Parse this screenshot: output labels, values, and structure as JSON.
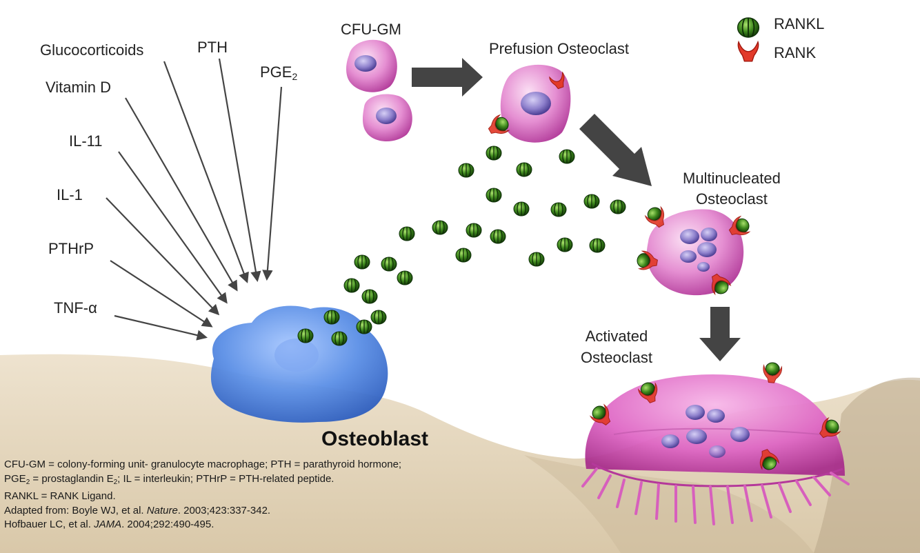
{
  "factors": {
    "glucocorticoids": "Glucocorticoids",
    "pth": "PTH",
    "pge_base": "PGE",
    "pge_sub": "2",
    "vitamin_d": "Vitamin D",
    "il11": "IL-11",
    "il1": "IL-1",
    "pthrp": "PTHrP",
    "tnf": "TNF-α"
  },
  "cells": {
    "cfu_gm": "CFU-GM",
    "prefusion": "Prefusion Osteoclast",
    "multinucleated_line1": "Multinucleated",
    "multinucleated_line2": "Osteoclast",
    "activated_line1": "Activated",
    "activated_line2": "Osteoclast",
    "osteoblast": "Osteoblast"
  },
  "legend": {
    "rankl": "RANKL",
    "rank": "RANK"
  },
  "footnotes": {
    "line1": "CFU-GM = colony-forming unit- granulocyte macrophage; PTH = parathyroid hormone;",
    "line2_a": "PGE",
    "line2_b": "2",
    "line2_c": " = prostaglandin E",
    "line2_d": "2",
    "line2_e": "; IL = interleukin; PTHrP = PTH-related peptide.",
    "line3": "RANKL = RANK Ligand.",
    "line4_a": "Adapted from: Boyle WJ, et al. ",
    "line4_b": "Nature",
    "line4_c": ". 2003;423:337-342.",
    "line5_a": "Hofbauer LC, et al. ",
    "line5_b": "JAMA",
    "line5_c": ". 2004;292:490-495."
  },
  "colors": {
    "bone": "#e6d9c2",
    "osteoblast": "#5f8fe0",
    "osteoclast": "#dc6cc0",
    "nucleus": "#8c7fc8",
    "rankl": "#3a7a1c",
    "rank": "#e23a2a",
    "arrow": "#444444"
  }
}
